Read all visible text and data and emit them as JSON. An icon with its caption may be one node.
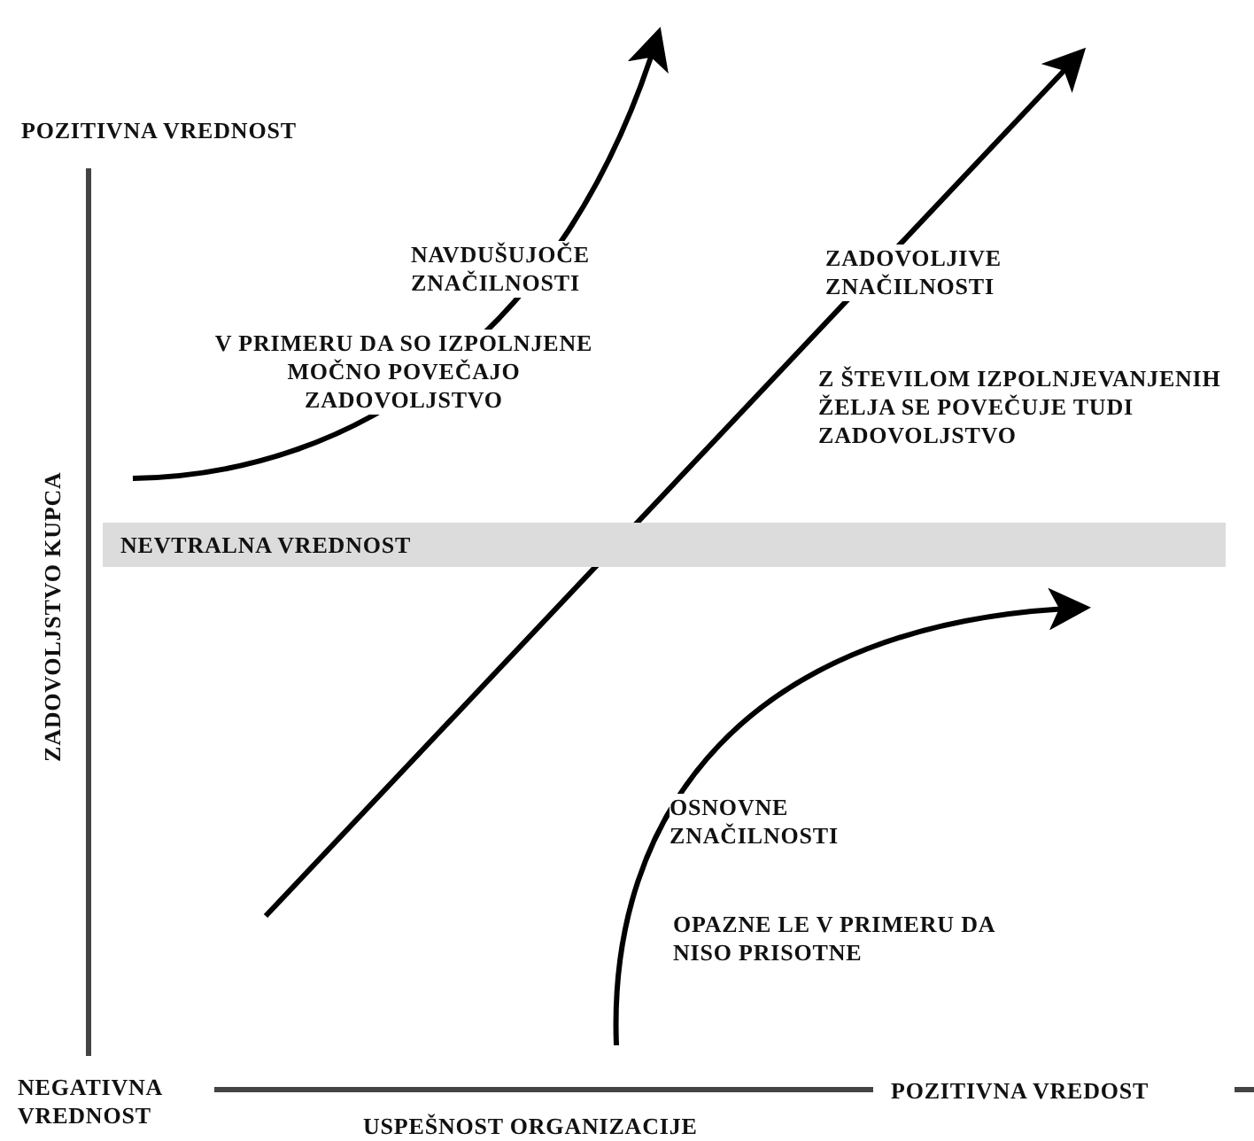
{
  "diagram": {
    "nodes": [
      {
        "text": [
          "NEVTRALNA VREDNOST"
        ]
      }
    ],
    "labels": [
      "POZITIVNA VREDNOST",
      "NAVDUŠUJOČE ZNAČILNOSTI",
      "ZADOVOLJIVE ZNAČILNOSTI",
      "V PRIMERU DA SO IZPOLNJENE MOČNO POVEČAJO ZADOVOLJSTVO",
      "Z ŠTEVILOM IZPOLNJEVANJENIH ŽELJA SE POVEČUJE TUDI ZADOVOLJSTVO",
      "ZADOVOLJSTVO KUPCA",
      "OSNOVNE ZNAČILNOSTI",
      "OPAZNE LE V PRIMERU DA NISO PRISOTNE",
      "NEGATIVNA VREDNOST",
      "POZITIVNA VREDOST",
      "USPEŠNOST ORGANIZACIJE"
    ]
  }
}
